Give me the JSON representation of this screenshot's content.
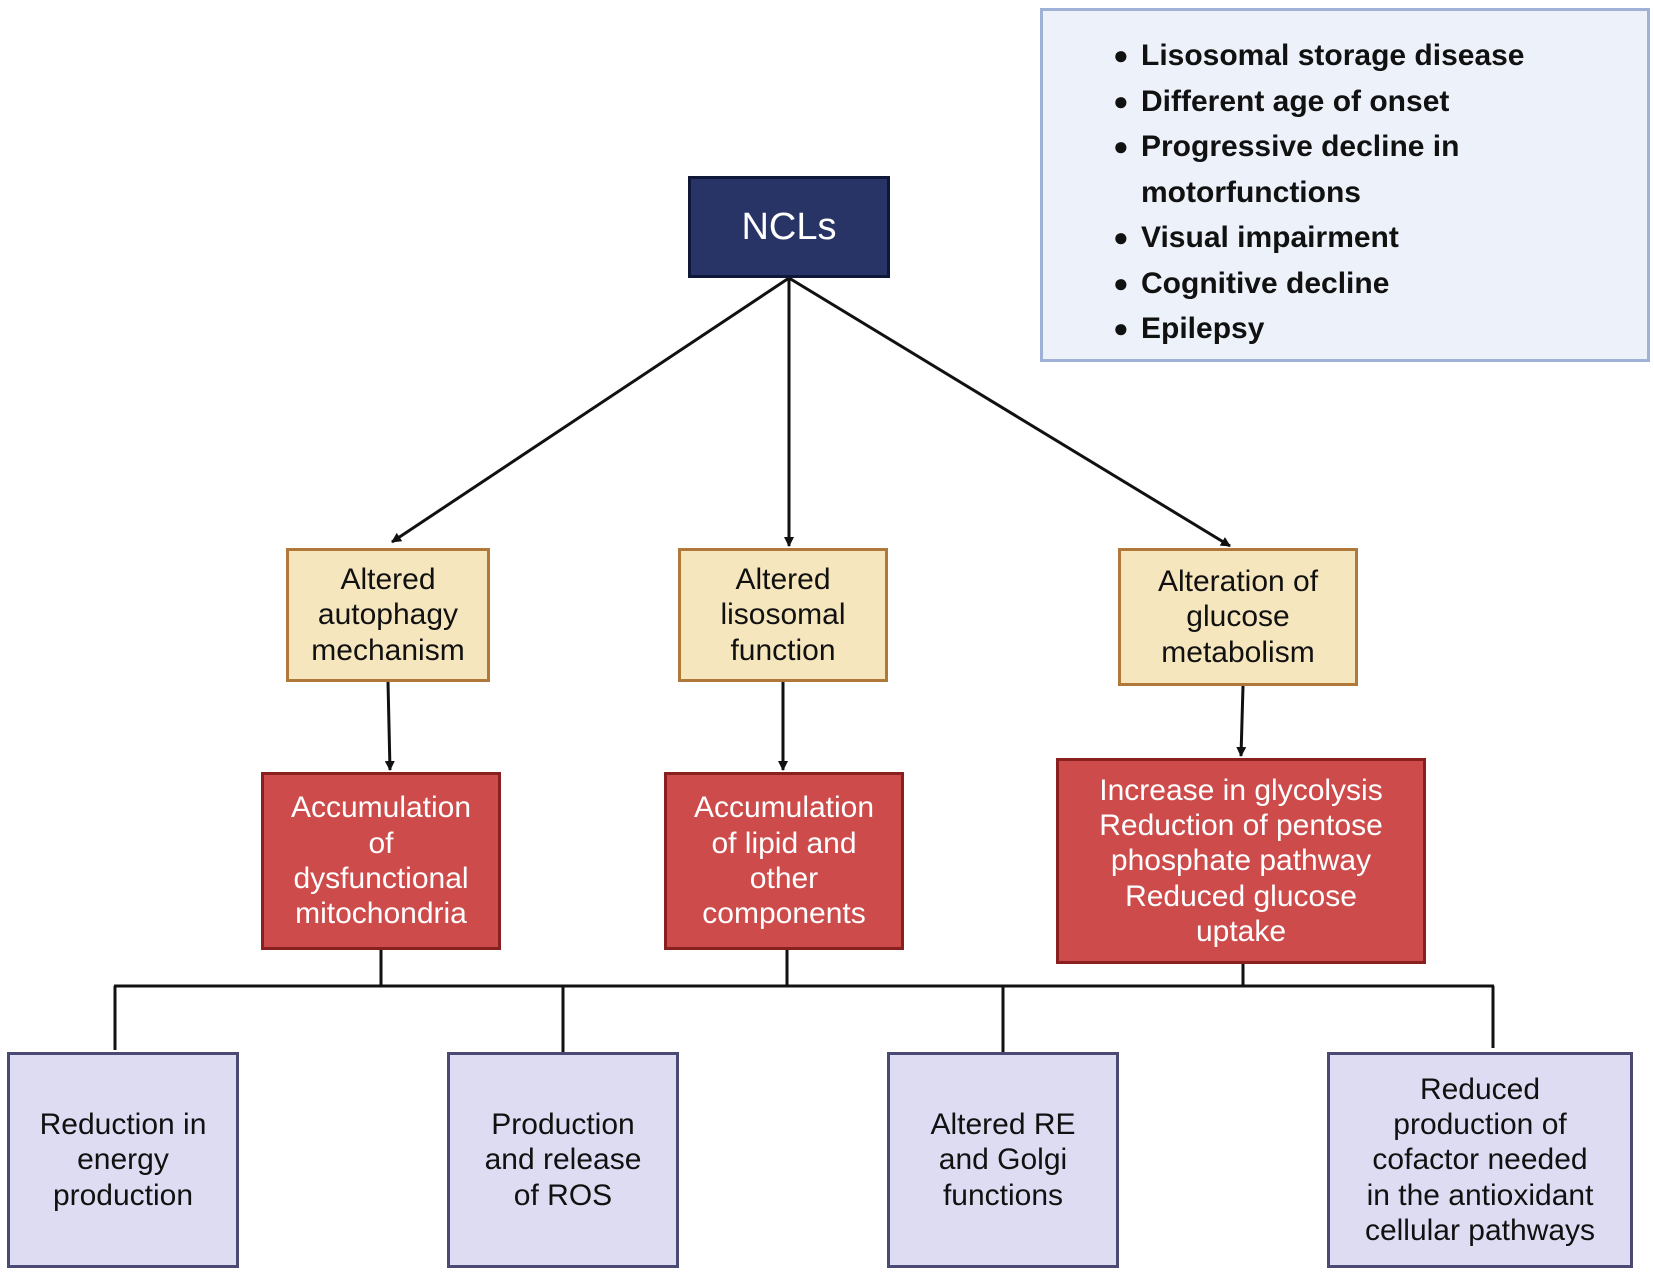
{
  "root": {
    "label": "NCLs"
  },
  "features": [
    "Lisosomal storage disease",
    "Different age of onset",
    "Progressive decline in\nmotorfunctions",
    "Visual impairment",
    "Cognitive decline",
    "Epilepsy"
  ],
  "mechanisms": [
    "Altered\nautophagy\nmechanism",
    "Altered\nlisosomal\nfunction",
    "Alteration of\nglucose\nmetabolism"
  ],
  "accumulations": [
    "Accumulation\nof\ndysfunctional\nmitochondria",
    "Accumulation\nof lipid and\nother\ncomponents",
    "Increase in glycolysis\nReduction of pentose\nphosphate pathway\nReduced glucose\nuptake"
  ],
  "outcomes": [
    "Reduction in\nenergy\nproduction",
    "Production\nand release\nof ROS",
    "Altered RE\nand Golgi\nfunctions",
    "Reduced\nproduction of\ncofactor needed\nin the antioxidant\ncellular pathways"
  ],
  "colors": {
    "root_fill": "#283366",
    "mechanism_fill": "#f6e6bd",
    "accumulation_fill": "#cd4b4b",
    "outcome_fill": "#dedcf2",
    "features_fill": "#edf2fa"
  }
}
